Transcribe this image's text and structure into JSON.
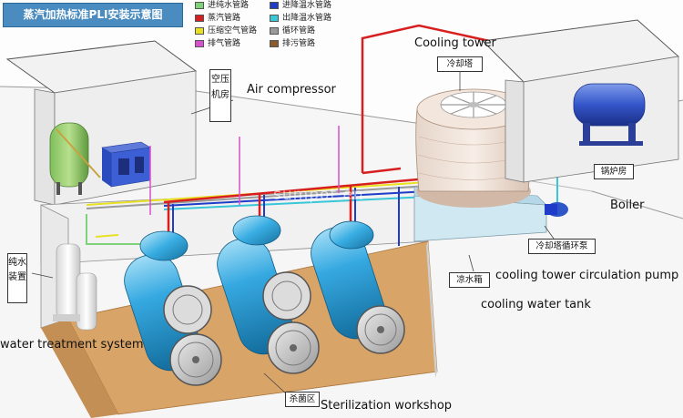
{
  "title": "蒸汽加热标准PLI安装示意图",
  "legend": [
    {
      "label": "进纯水管路",
      "color": "#7ed37a"
    },
    {
      "label": "进降温水管路",
      "color": "#1f3cc8"
    },
    {
      "label": "蒸汽管路",
      "color": "#d81f1f"
    },
    {
      "label": "出降温水管路",
      "color": "#38c7d8"
    },
    {
      "label": "压缩空气管路",
      "color": "#e8e021"
    },
    {
      "label": "循环管路",
      "color": "#9a9a9a"
    },
    {
      "label": "排气管路",
      "color": "#d84fcf"
    },
    {
      "label": "排污管路",
      "color": "#8a5a2b"
    }
  ],
  "tags": {
    "air_compressor_room": "空压机房",
    "cooling_tower": "冷却塔",
    "boiler_room": "锅炉房",
    "circulation_pump": "冷却塔循环泵",
    "cooling_water_tank": "凉水箱",
    "pure_water_device": "纯水装置",
    "sterilization_area": "杀菌区"
  },
  "labels": {
    "cooling_tower": "Cooling tower",
    "air_compressor": "Air compressor",
    "boiler": "Boiler",
    "circulation_pump": "cooling tower circulation pump",
    "cooling_water_tank": "cooling water tank",
    "water_treatment": "water treatment system",
    "sterilization_workshop": "Sterilization workshop"
  },
  "watermark": "sumpot.en",
  "colors": {
    "floor": "#d9a468",
    "building_wall": "#ececec",
    "vessel": "#36a9e1",
    "pipe_steam": "#d81f1f",
    "pipe_cold_in": "#1f3cc8",
    "pipe_cold_out": "#38c7d8",
    "pipe_air": "#e8e021",
    "title_bg": "#4a8cc0"
  }
}
